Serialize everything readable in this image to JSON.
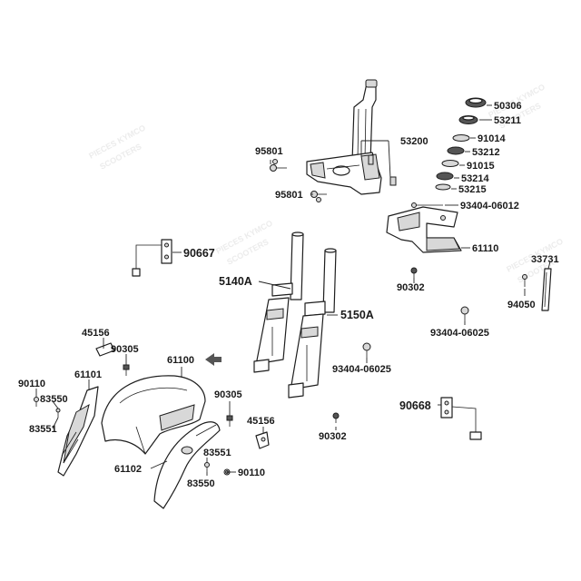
{
  "watermark": {
    "line1": "PIECES KYMCO",
    "line2": "SCOOTERS"
  },
  "labels": {
    "p50306": "50306",
    "p53211": "53211",
    "p91014": "91014",
    "p53212": "53212",
    "p91015": "91015",
    "p53214": "53214",
    "p53215": "53215",
    "p53200": "53200",
    "p95801a": "95801",
    "p95801b": "95801",
    "p93404_06012": "93404-06012",
    "p61110": "61110",
    "p90667": "90667",
    "p33731": "33731",
    "p90302a": "90302",
    "p94050": "94050",
    "p5140A": "5140A",
    "p5150A": "5150A",
    "p93404_06025a": "93404-06025",
    "p93404_06025b": "93404-06025",
    "p45156a": "45156",
    "p90305a": "90305",
    "p61100": "61100",
    "p90110a": "90110",
    "p61101": "61101",
    "p83550a": "83550",
    "p83551a": "83551",
    "p90305b": "90305",
    "p45156b": "45156",
    "p90668": "90668",
    "p90302b": "90302",
    "p83551b": "83551",
    "p61102": "61102",
    "p90110b": "90110",
    "p83550b": "83550"
  },
  "colors": {
    "line": "#1e1e1e",
    "shade": "#d8d8d8",
    "arrow": "#555555",
    "watermark": "#ececec"
  },
  "icons": {
    "pointer": "left-arrow-icon"
  }
}
